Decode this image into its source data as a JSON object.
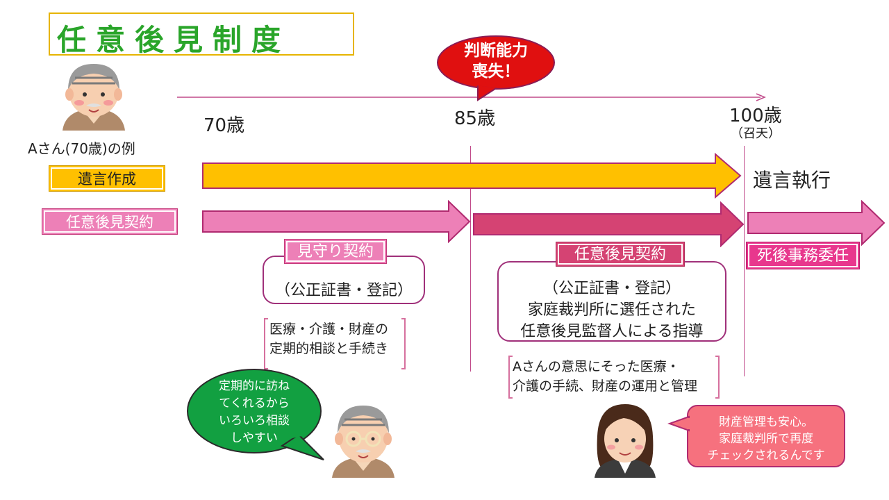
{
  "title": "任意後見制度",
  "person": {
    "caption": "Aさん(70歳)の例"
  },
  "timeline": {
    "age_70": "70歳",
    "age_85": "85歳",
    "age_100": "100歳",
    "age_100_note": "（召天）"
  },
  "loss_bubble": {
    "line1": "判断能力",
    "line2": "喪失！"
  },
  "rows": {
    "will": {
      "label": "遺言作成",
      "end_label": "遺言執行"
    },
    "guardianship": {
      "label": "任意後見契約"
    }
  },
  "watch_contract": {
    "tag": "見守り契約",
    "body": "（公正証書・登記）",
    "note_line1": "医療・介護・財産の",
    "note_line2": "定期的相談と手続き"
  },
  "guardian_contract": {
    "tag": "任意後見契約",
    "line1": "（公正証書・登記）",
    "line2": "家庭裁判所に選任された",
    "line3": "任意後見監督人による指導",
    "note_line1": "Aさんの意思にそった医療・",
    "note_line2": "介護の手続、財産の運用と管理"
  },
  "post_death": {
    "tag": "死後事務委任"
  },
  "speech_green": {
    "line1": "定期的に訪ね",
    "line2": "てくれるから",
    "line3": "いろいろ相談",
    "line4": "しやすい"
  },
  "speech_pink": {
    "line1": "財産管理も安心。",
    "line2": "家庭裁判所で再度",
    "line3": "チェックされるんです"
  },
  "colors": {
    "title_green": "#2aa52a",
    "will_arrow": "#ffc000",
    "pre_arrow": "#ed80b7",
    "guardian_arrow": "#d54373",
    "post_arrow": "#ed80b7",
    "loss_red": "#e01010",
    "speech_green": "#12a041",
    "speech_pink": "#f6717e"
  }
}
